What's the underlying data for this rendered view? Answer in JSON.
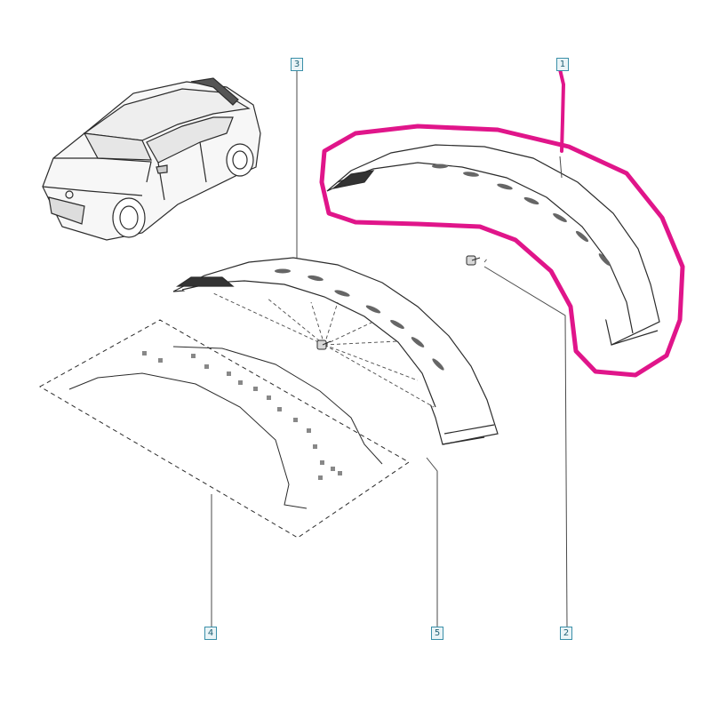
{
  "callouts": {
    "part_1": "1",
    "part_2": "2",
    "part_3": "3",
    "part_4": "4",
    "part_5": "5"
  },
  "colors": {
    "line": "#2b2b2b",
    "leader": "#4a4a4a",
    "highlight": "#e0158a",
    "callout_border": "#3a8fa8"
  },
  "icons": {
    "car": "car-overview-icon",
    "screw": "screw-icon"
  }
}
